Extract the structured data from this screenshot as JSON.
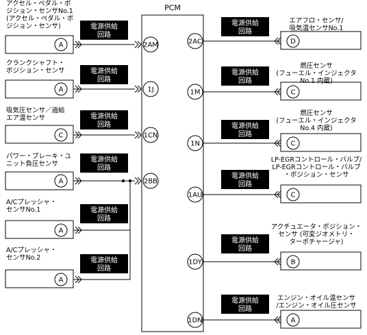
{
  "pcm": {
    "title": "PCM"
  },
  "power_label": [
    "電源供給",
    "回路"
  ],
  "left_sensors": [
    {
      "label": [
        "アクセル・ペダル・ポ",
        "ジション・センサNo.1",
        "(アクセル・ペダル・ポ",
        "ジション・センサ)"
      ],
      "connector": "A",
      "pin": "2AM"
    },
    {
      "label": [
        "クランクシャフト・",
        "ポジション・センサ"
      ],
      "connector": "A",
      "pin": "1J"
    },
    {
      "label": [
        "吸気圧センサ／過給",
        "エア温センサ"
      ],
      "connector": "C",
      "pin": "1CN"
    },
    {
      "label": [
        "パワー・ブレーキ・ユ",
        "ニット負圧センサ"
      ],
      "connector": "A",
      "pin": "2BB"
    },
    {
      "label": [
        "A/Cプレッシャ・",
        "センサNo.1"
      ],
      "connector": "A",
      "pin": ""
    },
    {
      "label": [
        "A/Cプレッシャ・",
        "センサNo.2"
      ],
      "connector": "A",
      "pin": ""
    }
  ],
  "right_sensors": [
    {
      "label": [
        "エアフロ・センサ/",
        "吸気温センサNo.1"
      ],
      "connector": "D",
      "pin": "2AC"
    },
    {
      "label": [
        "燃圧センサ",
        "(フューエル・インジェクタ",
        "No.1 内蔵)"
      ],
      "connector": "C",
      "pin": "1M"
    },
    {
      "label": [
        "燃圧センサ",
        "(フューエル・インジェクタ",
        "No.4 内蔵)"
      ],
      "connector": "C",
      "pin": "1N"
    },
    {
      "label": [
        "LP-EGRコントロール・バルブ/",
        "LP-EGRコントロール・バルブ",
        "・ポジション・センサ"
      ],
      "connector": "C",
      "pin": "1AU"
    },
    {
      "label": [
        "アクチュエータ・ポジション・",
        "センサ (可変ジオメトリ・",
        "ターボチャージャ)"
      ],
      "connector": "B",
      "pin": "1DY"
    },
    {
      "label": [
        "エンジン・オイル温センサ",
        "/エンジン・オイル圧センサ"
      ],
      "connector": "A",
      "pin": "1DN"
    }
  ]
}
